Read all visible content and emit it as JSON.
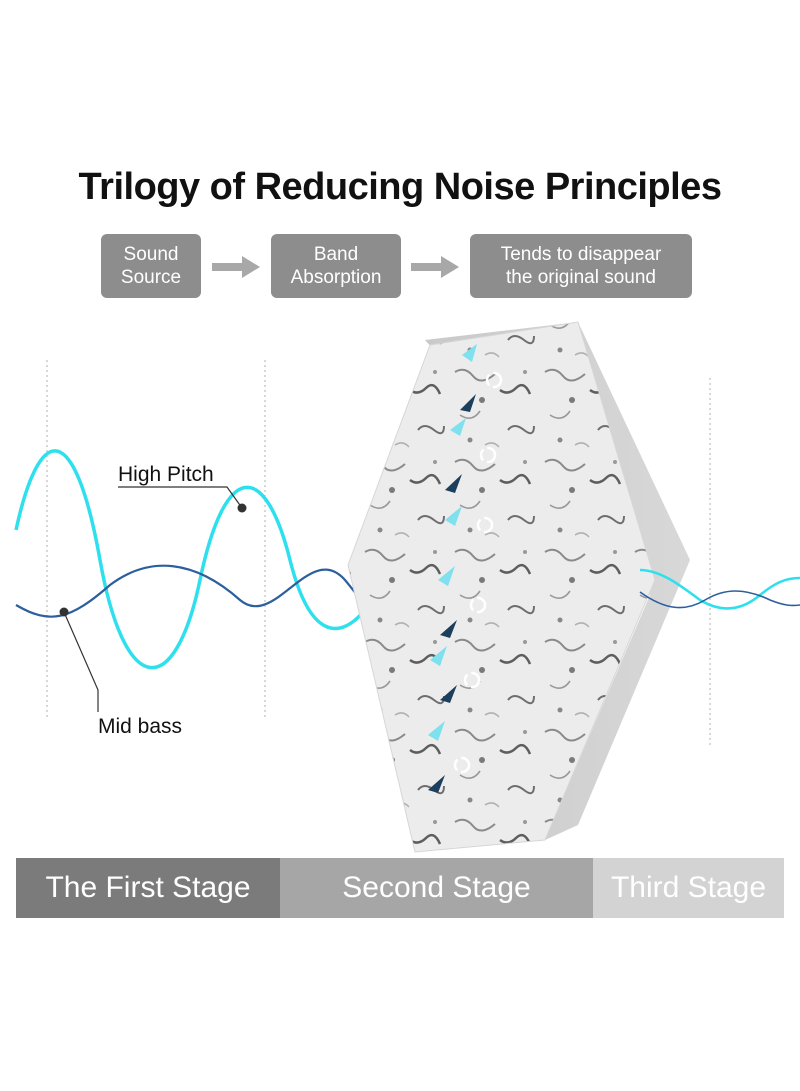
{
  "title": "Trilogy of Reducing Noise Principles",
  "flow": {
    "steps": [
      {
        "label": "Sound\nSource"
      },
      {
        "label": "Band\nAbsorption"
      },
      {
        "label": "Tends to disappear\nthe original sound"
      }
    ]
  },
  "labels": {
    "high_pitch": "High Pitch",
    "mid_bass": "Mid bass"
  },
  "stages": [
    {
      "label": "The First Stage",
      "color": "#7b7b7b"
    },
    {
      "label": "Second Stage",
      "color": "#a6a6a6"
    },
    {
      "label": "Third Stage",
      "color": "#d3d3d3"
    }
  ],
  "colors": {
    "high_pitch_wave": "#2ee0ee",
    "mid_bass_wave": "#2c5f9e",
    "panel": "#e9e9e9",
    "arrow_dark": "#1d3f5e",
    "arrow_light": "#7fe0ee"
  }
}
